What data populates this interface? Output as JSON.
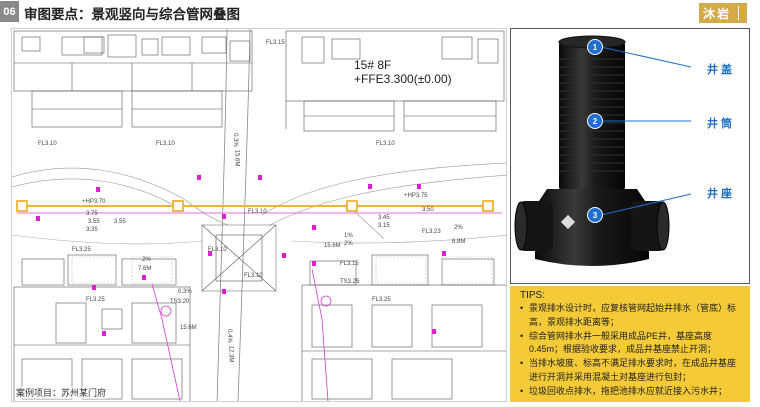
{
  "header": {
    "section_number": "06",
    "title": "审图要点：景观竖向与综合管网叠图",
    "logo_text": "沐岩"
  },
  "drawing": {
    "unit_label_line1": "15#  8F",
    "unit_label_line2": "+FFE3.300(±0.00)",
    "labels": {
      "fl_a": "FL3.15",
      "fl_b": "FL3.10",
      "fl_c": "FL3.10",
      "fl_d": "FL3.10",
      "fl_e": "FL3.10",
      "fl_f": "FL3.23",
      "fl_g": "FL3.25",
      "fl_h": "FL3.10",
      "fl_i": "FL3.10",
      "fl_j": "FL3.15",
      "fl_k": "TS3.25",
      "fl_l": "TS3.20",
      "fl_m": "FL3.25",
      "fl_n": "FL3.25",
      "pt_left": "+HP3.70",
      "pt_right": "+HP3.75",
      "v1_a": "3.75",
      "v1_b": "3.55",
      "v1_c": "3.55",
      "v1_d": "3.35",
      "v2_a": "3.50",
      "v2_b": "3.45",
      "v2_c": "3.15",
      "slope_left": "2%",
      "dist_left": "7.6M",
      "slope_right": "2%",
      "dist_right": "6.8M",
      "slope_mid_a": "1%",
      "slope_mid_b": "2%",
      "slope_mid_c": "0.3%",
      "dist_mid_a": "15.6M",
      "dist_mid_b": "15.6M",
      "road_a": "0.3%",
      "road_b": "15.6M",
      "road_c": "0.4%",
      "road_d": "12.3M"
    },
    "project_label": "案例项目：苏州某门府"
  },
  "photo_panel": {
    "callouts": [
      {
        "num": "1",
        "text": "井盖"
      },
      {
        "num": "2",
        "text": "井筒"
      },
      {
        "num": "3",
        "text": "井座"
      }
    ]
  },
  "tips": {
    "title": "TIPS:",
    "items": [
      "景观排水设计时，应复核管网起始井排水（管底）标高，景观排水距离等；",
      "综合管网排水井一般采用成品PE井，基座高度0.45m；根据验收要求，成品井基座禁止开洞；",
      "当排水坡度、标高不满足排水要求时，在成品井基座进行开洞并采用混凝土对基座进行包封；",
      "垃圾回收点排水，拖把池排水应就近接入污水井；"
    ]
  },
  "colors": {
    "accent_blue": "#1a6cc9",
    "tips_bg": "#f4cb36",
    "section_badge": "#8a8a8a",
    "logo_bg": "#d4a94a",
    "pipe_yellow": "#f2b233",
    "marker_magenta": "#e020d0"
  }
}
